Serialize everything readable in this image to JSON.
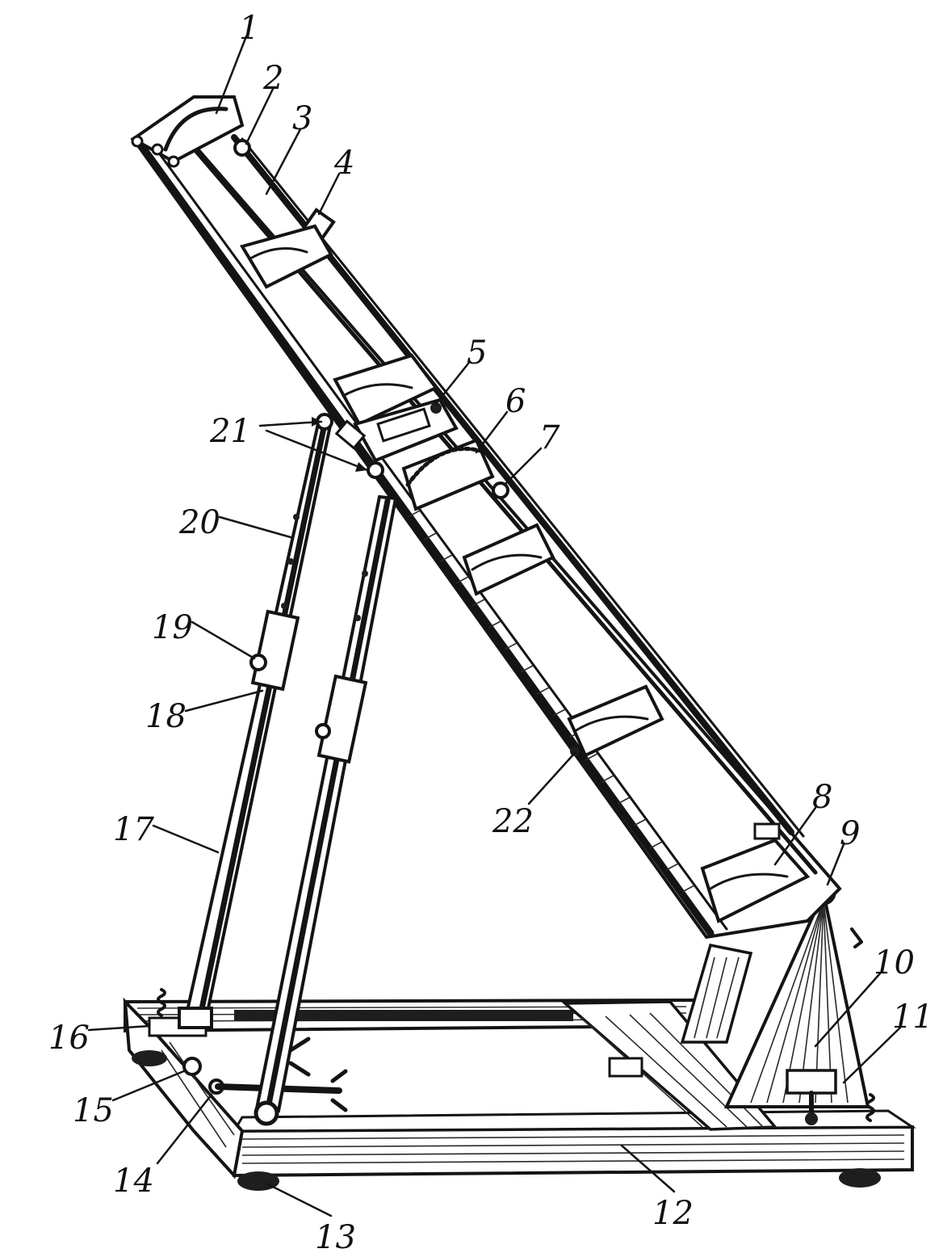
{
  "colors": {
    "ink": "#141414",
    "paper": "#ffffff",
    "shade": "#1e1e1e"
  },
  "callouts": [
    {
      "id": "1",
      "text": "1"
    },
    {
      "id": "2",
      "text": "2"
    },
    {
      "id": "3",
      "text": "3"
    },
    {
      "id": "4",
      "text": "4"
    },
    {
      "id": "5",
      "text": "5"
    },
    {
      "id": "6",
      "text": "6"
    },
    {
      "id": "7",
      "text": "7"
    },
    {
      "id": "8",
      "text": "8"
    },
    {
      "id": "9",
      "text": "9"
    },
    {
      "id": "10",
      "text": "10"
    },
    {
      "id": "11",
      "text": "11"
    },
    {
      "id": "12",
      "text": "12"
    },
    {
      "id": "13",
      "text": "13"
    },
    {
      "id": "14",
      "text": "14"
    },
    {
      "id": "15",
      "text": "15"
    },
    {
      "id": "16",
      "text": "16"
    },
    {
      "id": "17",
      "text": "17"
    },
    {
      "id": "18",
      "text": "18"
    },
    {
      "id": "19",
      "text": "19"
    },
    {
      "id": "20",
      "text": "20"
    },
    {
      "id": "21",
      "text": "21"
    },
    {
      "id": "22",
      "text": "22"
    }
  ]
}
